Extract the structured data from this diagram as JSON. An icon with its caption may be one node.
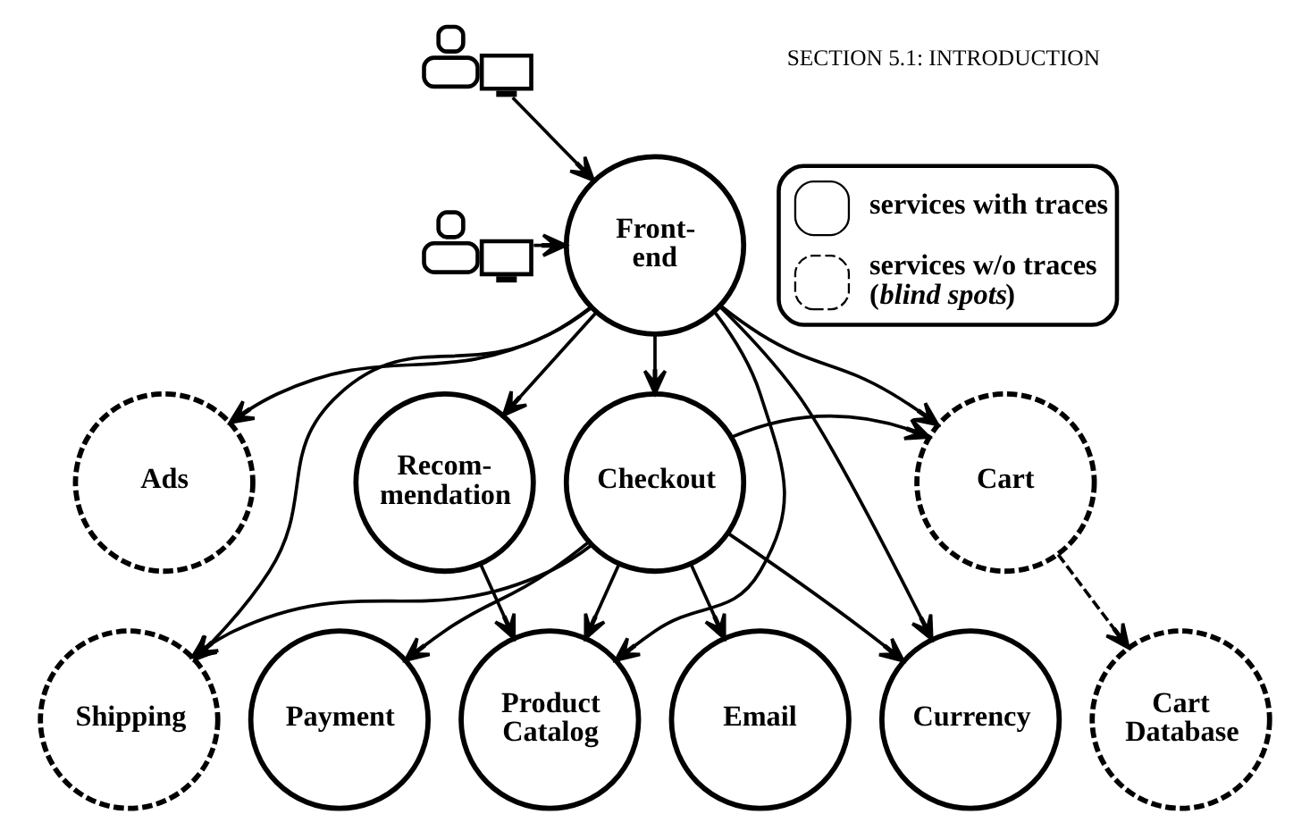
{
  "diagram": {
    "nodes": [
      {
        "text": [],
        "shape": "person"
      },
      {
        "text": [],
        "shape": "person"
      },
      {
        "text": [
          "Front- end"
        ]
      },
      {
        "text": [
          "Ads"
        ]
      },
      {
        "text": [
          "Recom- mendation"
        ]
      },
      {
        "text": [
          "Checkout"
        ]
      },
      {
        "text": [
          "Cart"
        ]
      },
      {
        "text": [
          "Shipping"
        ]
      },
      {
        "text": [
          "Payment"
        ]
      },
      {
        "text": [
          "Product Catalog"
        ]
      },
      {
        "text": [
          "Email"
        ]
      },
      {
        "text": [
          "Currency"
        ]
      },
      {
        "text": [
          "Cart Database"
        ]
      }
    ],
    "edges": [
      {
        "from": 0,
        "to": 2,
        "arrow": "to"
      },
      {
        "from": 1,
        "to": 2,
        "arrow": "to"
      },
      {
        "from": 2,
        "to": 3,
        "arrow": "to"
      },
      {
        "from": 2,
        "to": 7,
        "arrow": "to"
      },
      {
        "from": 2,
        "to": 4,
        "arrow": "to"
      },
      {
        "from": 2,
        "to": 9,
        "arrow": "to"
      },
      {
        "from": 2,
        "to": 5,
        "arrow": "to"
      },
      {
        "from": 2,
        "to": 11,
        "arrow": "to"
      },
      {
        "from": 2,
        "to": 6,
        "arrow": "to"
      },
      {
        "from": 4,
        "to": 9,
        "arrow": "to"
      },
      {
        "from": 5,
        "to": 6,
        "arrow": "to"
      },
      {
        "from": 5,
        "to": 7,
        "arrow": "to"
      },
      {
        "from": 5,
        "to": 8,
        "arrow": "to"
      },
      {
        "from": 5,
        "to": 9,
        "arrow": "to"
      },
      {
        "from": 5,
        "to": 10,
        "arrow": "to"
      },
      {
        "from": 5,
        "to": 11,
        "arrow": "to"
      },
      {
        "from": 6,
        "to": 12,
        "arrow": "to",
        "style": "dashed"
      }
    ],
    "labels": [
      "SECTION 5.1: INTRODUCTION"
    ],
    "legend": [
      {
        "text": "services with traces"
      },
      {
        "text": "services w/o traces (*blind spots*)"
      }
    ]
  }
}
